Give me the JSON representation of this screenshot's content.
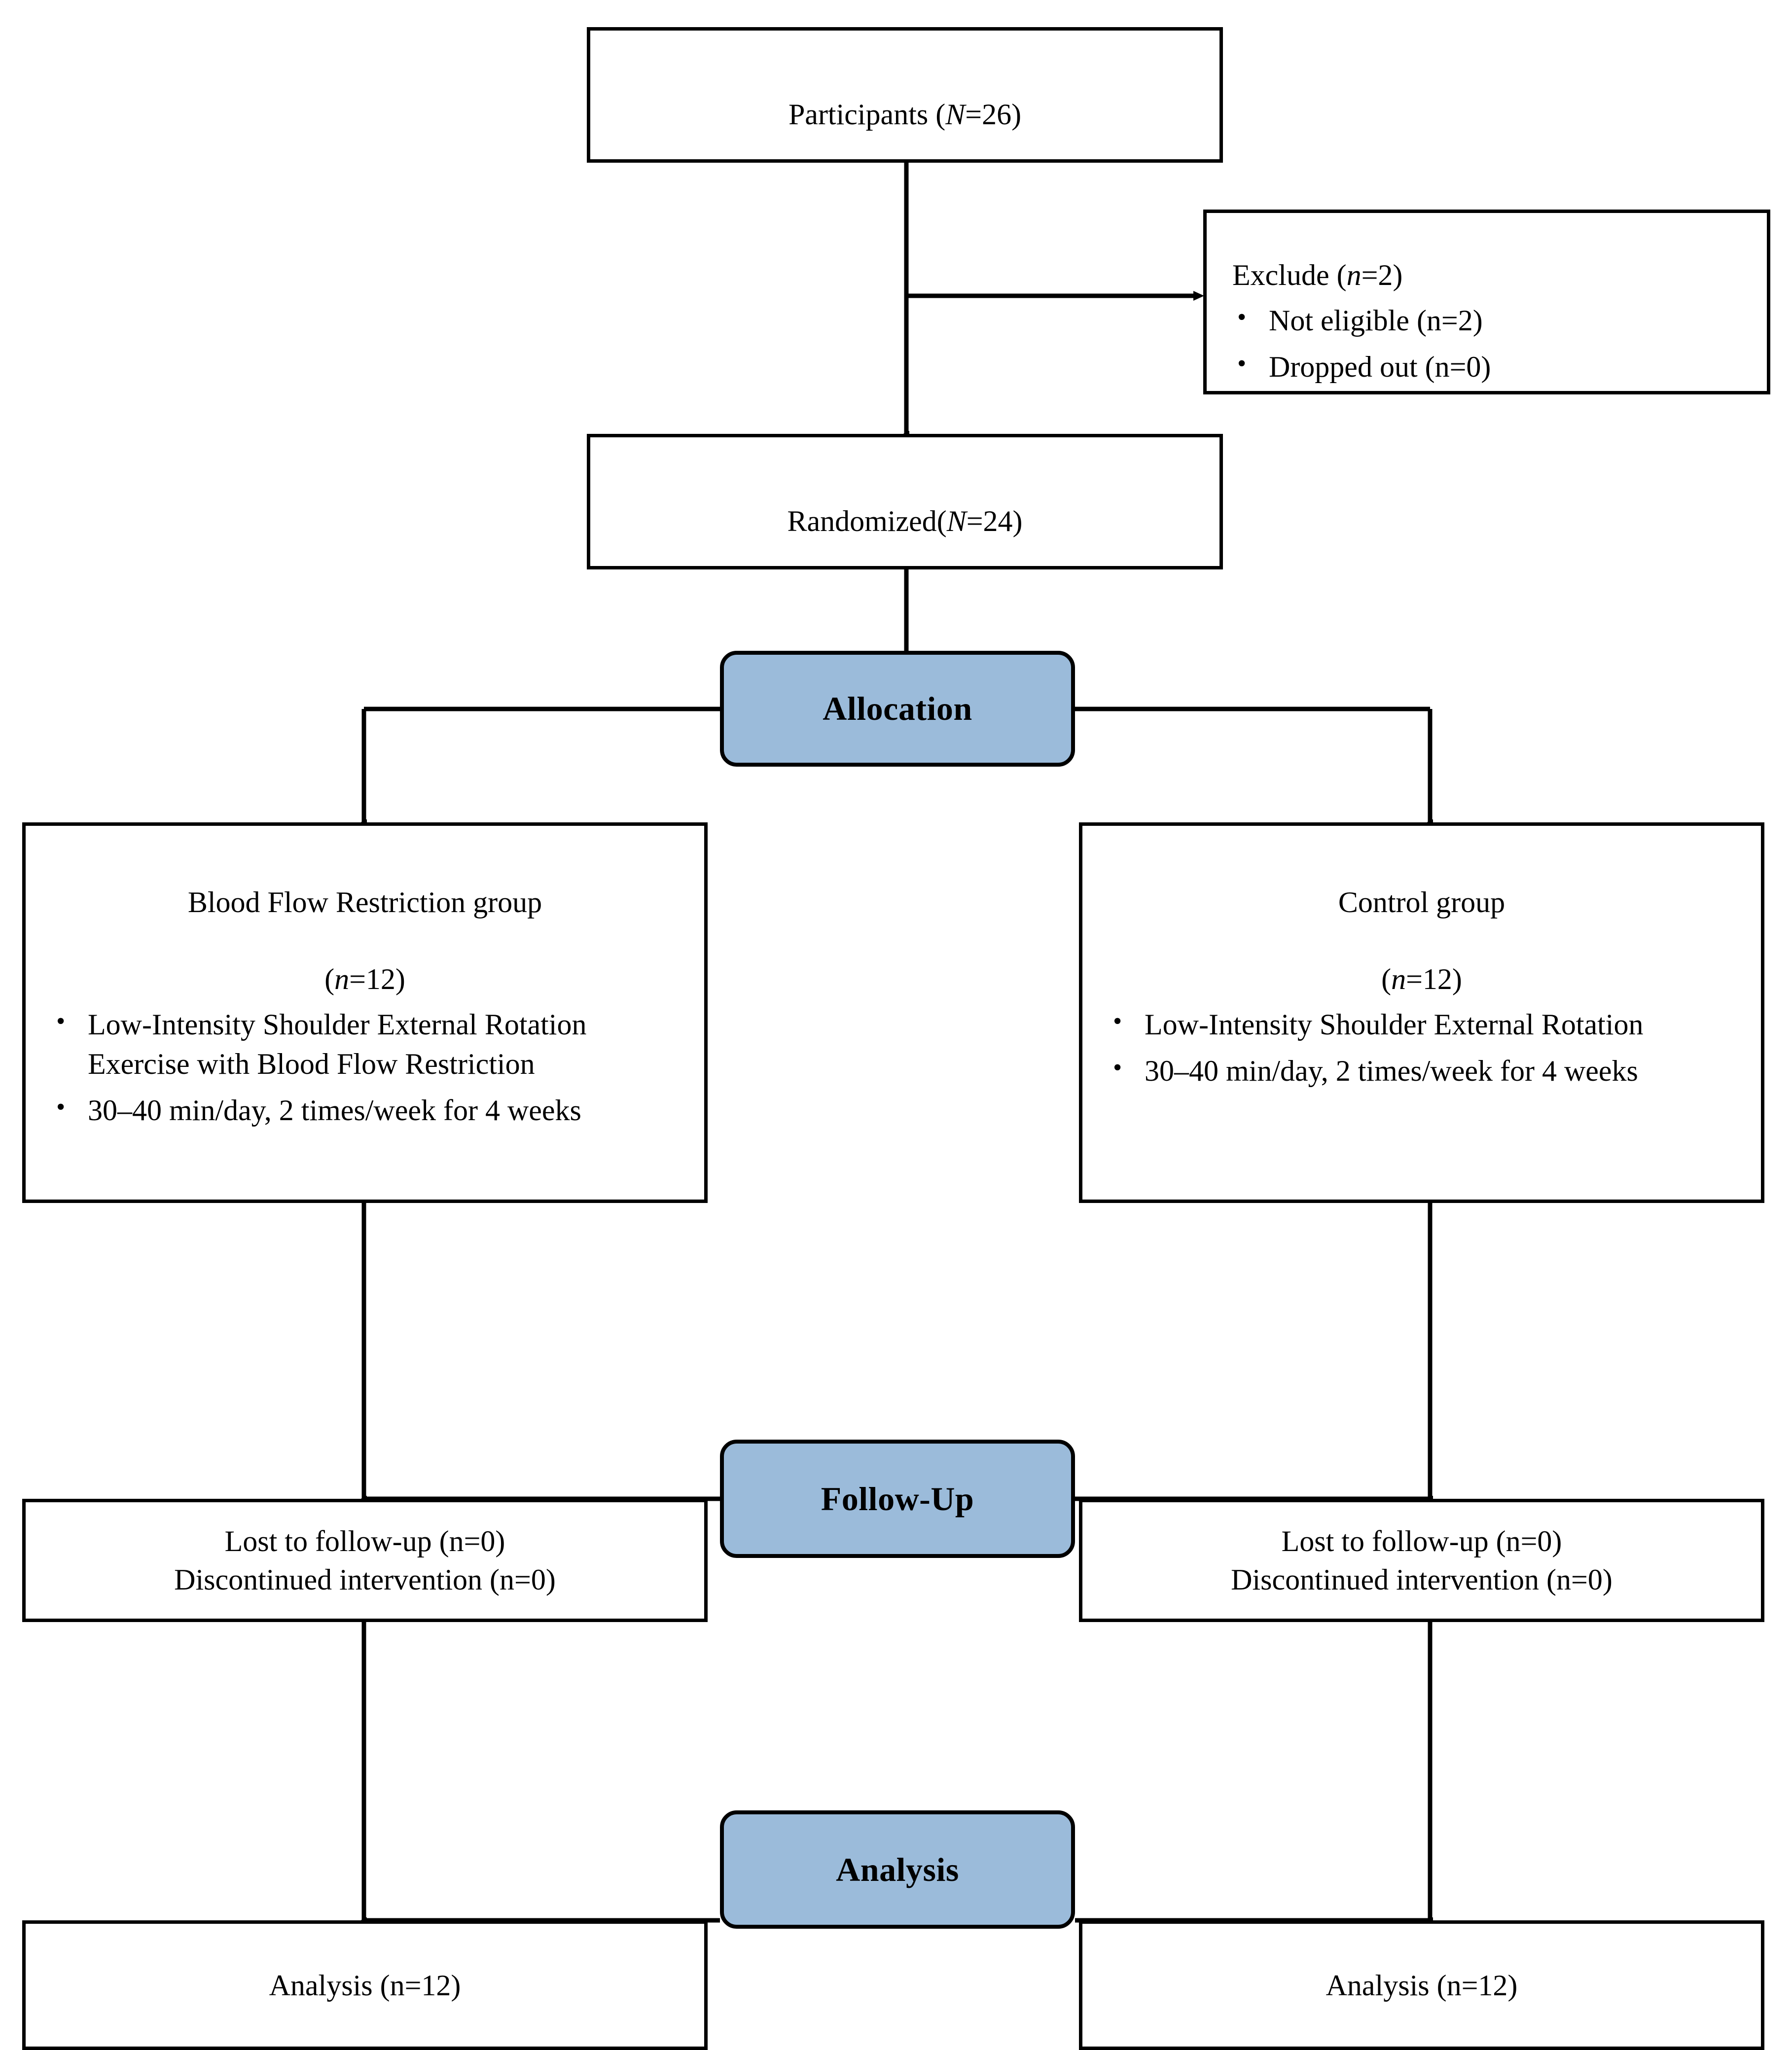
{
  "diagram": {
    "type": "consort-flow-diagram",
    "accent_color": "#9BBBDA",
    "line_color": "#000000",
    "background_color": "#FFFFFF"
  },
  "nodes": {
    "participants": {
      "label": "Participants (",
      "italic": "N",
      "label_tail": "=26)"
    },
    "exclude": {
      "heading_pre": "Exclude (",
      "heading_italic": "n",
      "heading_post": "=2)",
      "bullets": [
        {
          "pre": "Not eligible (",
          "italic": "n",
          "post": "=2)"
        },
        {
          "pre": "Dropped out (",
          "italic": "n",
          "post": "=0)"
        }
      ]
    },
    "randomized": {
      "label": "Randomized(",
      "italic": "N",
      "label_tail": "=24)"
    },
    "allocation_banner": {
      "label": "Allocation"
    },
    "bfr_group": {
      "title": "Blood Flow Restriction group",
      "count_pre": "(",
      "count_italic": "n",
      "count_post": "=12)",
      "bullets": [
        "Low-Intensity Shoulder External Rotation Exercise with Blood Flow Restriction",
        "30–40 min/day, 2 times/week for 4 weeks"
      ]
    },
    "control_group": {
      "title": "Control group",
      "count_pre": "(",
      "count_italic": "n",
      "count_post": "=12)",
      "bullets": [
        "Low-Intensity Shoulder External Rotation",
        "30–40 min/day, 2 times/week for 4 weeks"
      ]
    },
    "followup_banner": {
      "label": "Follow-Up"
    },
    "followup_left": {
      "line1_pre": "Lost to follow-up (",
      "line1_italic": "n",
      "line1_post": "=0)",
      "line2_pre": "Discontinued intervention (",
      "line2_italic": "n",
      "line2_post": "=0)"
    },
    "followup_right": {
      "line1_pre": "Lost to follow-up (",
      "line1_italic": "n",
      "line1_post": "=0)",
      "line2_pre": "Discontinued intervention (",
      "line2_italic": "n",
      "line2_post": "=0)"
    },
    "analysis_banner": {
      "label": "Analysis"
    },
    "analysis_left": {
      "label": "Analysis (n=12)"
    },
    "analysis_right": {
      "label": "Analysis (n=12)"
    }
  }
}
